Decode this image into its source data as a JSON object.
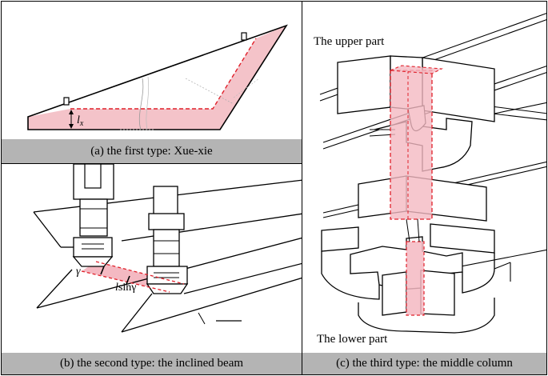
{
  "panels": {
    "a": {
      "caption": "(a) the first type: Xue-xie",
      "dim_label": "l",
      "dim_sub": "x"
    },
    "b": {
      "caption": "(b) the second type: the inclined beam",
      "angle_label": "γ",
      "len_label_l": "l",
      "len_label_rest": "sinγ"
    },
    "c": {
      "caption": "(c) the third type: the middle column",
      "upper_label": "The upper part",
      "lower_label": "The lower part"
    }
  },
  "colors": {
    "highlight_fill": "#f4b9c2",
    "highlight_stroke": "#e0202a",
    "caption_bg": "#b4b4b4"
  }
}
